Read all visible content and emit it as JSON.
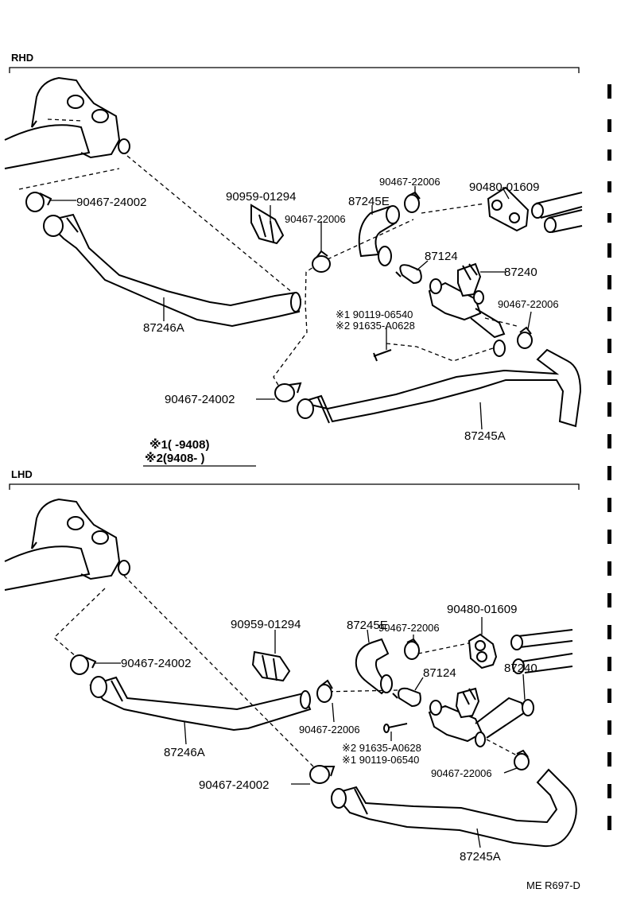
{
  "sections": {
    "rhd": "RHD",
    "lhd": "LHD"
  },
  "rhd_labels": {
    "clamp_24002_top": "90467-24002",
    "hose_87246a": "87246A",
    "clamp_01294": "90959-01294",
    "clamp_22006_left": "90467-22006",
    "hose_87245e": "87245E",
    "clamp_22006_top": "90467-22006",
    "grommet_01609": "90480-01609",
    "clip_87124": "87124",
    "valve_87240": "87240",
    "bolt_1": "※1 90119-06540",
    "bolt_2": "※2 91635-A0628",
    "clamp_22006_right": "90467-22006",
    "clamp_24002_bottom": "90467-24002",
    "hose_87245a": "87245A"
  },
  "legend": {
    "line1": "※1(     -9408)",
    "line2": "※2(9408-     )"
  },
  "lhd_labels": {
    "grommet_01609": "90480-01609",
    "clamp_22006_top": "90467-22006",
    "clamp_01294": "90959-01294",
    "hose_87245e": "87245E",
    "clamp_24002_top": "90467-24002",
    "clip_87124": "87124",
    "valve_87240": "87240",
    "hose_87246a": "87246A",
    "clamp_22006_left": "90467-22006",
    "bolt_2": "※2 91635-A0628",
    "bolt_1": "※1 90119-06540",
    "clamp_22006_right": "90467-22006",
    "clamp_24002_bottom": "90467-24002",
    "hose_87245a": "87245A"
  },
  "footer_code": "ME R697-D"
}
